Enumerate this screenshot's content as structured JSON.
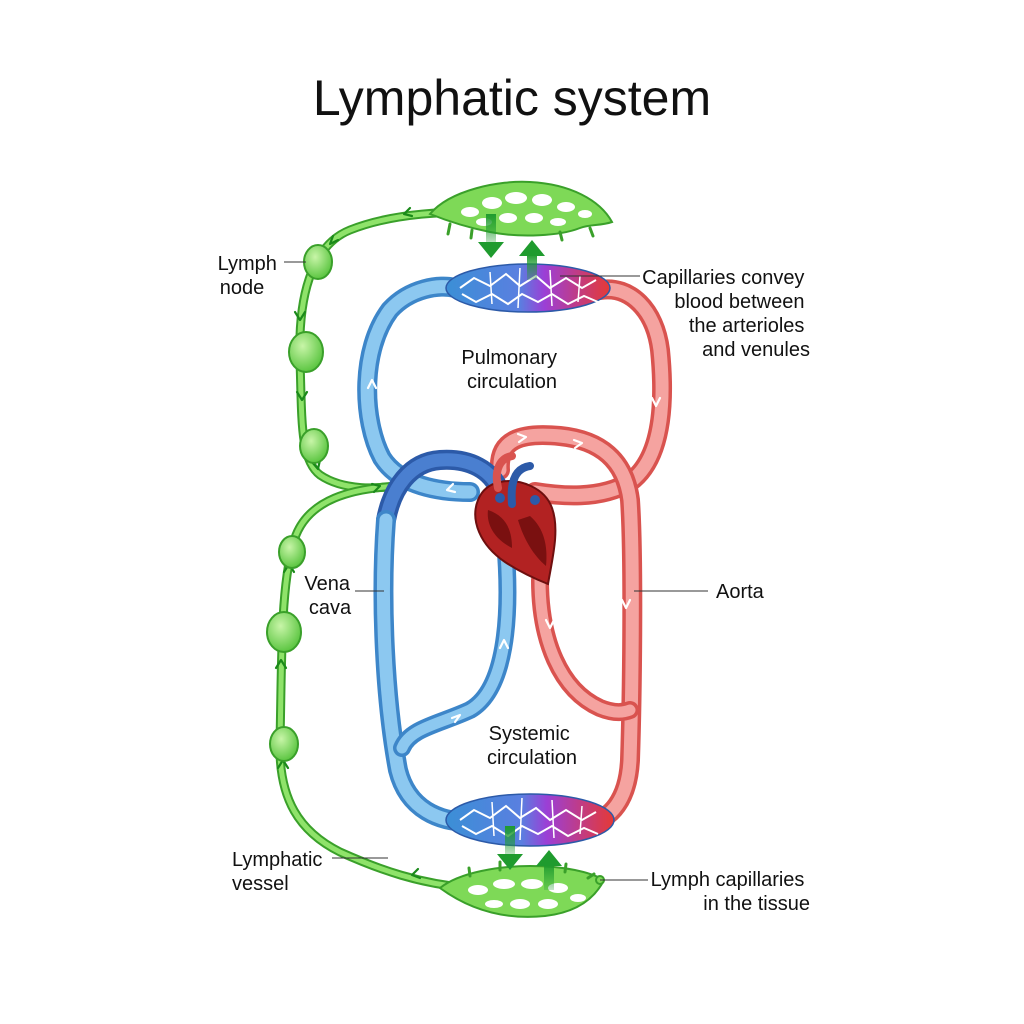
{
  "title": "Lymphatic system",
  "labels": {
    "lymph_node": [
      "Lymph",
      "node"
    ],
    "capillaries": [
      "Capillaries convey",
      "blood between",
      "the arterioles",
      "and venules"
    ],
    "pulmonary": [
      "Pulmonary",
      "circulation"
    ],
    "vena_cava": [
      "Vena",
      "cava"
    ],
    "aorta": "Aorta",
    "systemic": [
      "Systemic",
      "circulation"
    ],
    "lymphatic_vessel": [
      "Lymphatic",
      "vessel"
    ],
    "lymph_capillaries": [
      "Lymph capillaries",
      "in the tissue"
    ]
  },
  "colors": {
    "venous_blue": "#74b9e8",
    "venous_dark": "#2c5aa8",
    "arterial_red": "#f08080",
    "arterial_dark": "#c0392b",
    "lymph_green": "#7ed957",
    "lymph_dark": "#3aa02a",
    "arrow_green": "#1f9b2e",
    "mix_purple": "#9b59d0",
    "heart_red": "#b22222"
  }
}
